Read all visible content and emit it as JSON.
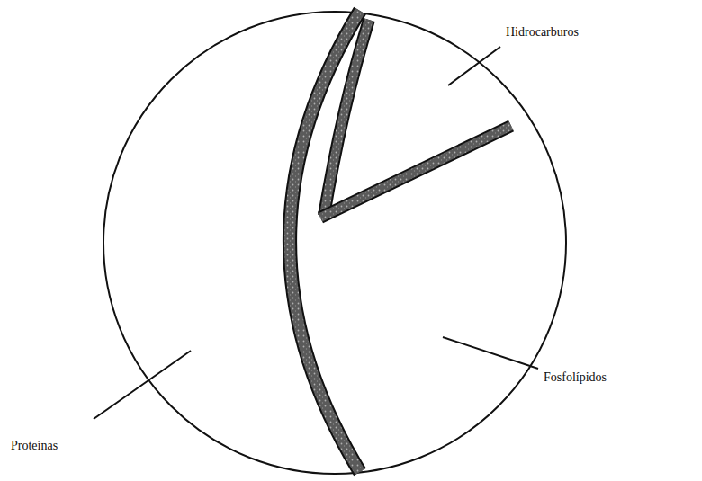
{
  "diagram": {
    "labels": [
      "Hidrocarburos",
      "Fosfolípidos",
      "Proteínas"
    ]
  }
}
